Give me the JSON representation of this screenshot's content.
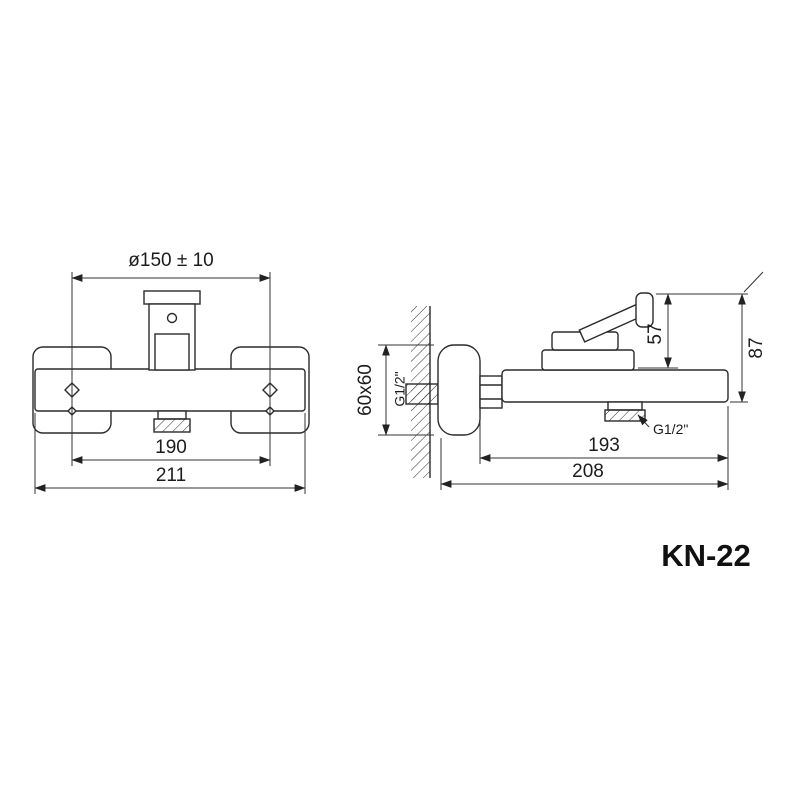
{
  "drawing": {
    "model": "KN-22",
    "front_view": {
      "dim_mount_spacing": "ø150 ± 10",
      "dim_inner_width": "190",
      "dim_total_width": "211"
    },
    "side_view": {
      "dim_escutcheon": "60x60",
      "dim_wall_thread": "G1/2\"",
      "dim_handle_height": "57",
      "dim_total_height": "87",
      "dim_outlet_thread": "G1/2\"",
      "dim_body_length": "193",
      "dim_total_depth": "208"
    }
  }
}
